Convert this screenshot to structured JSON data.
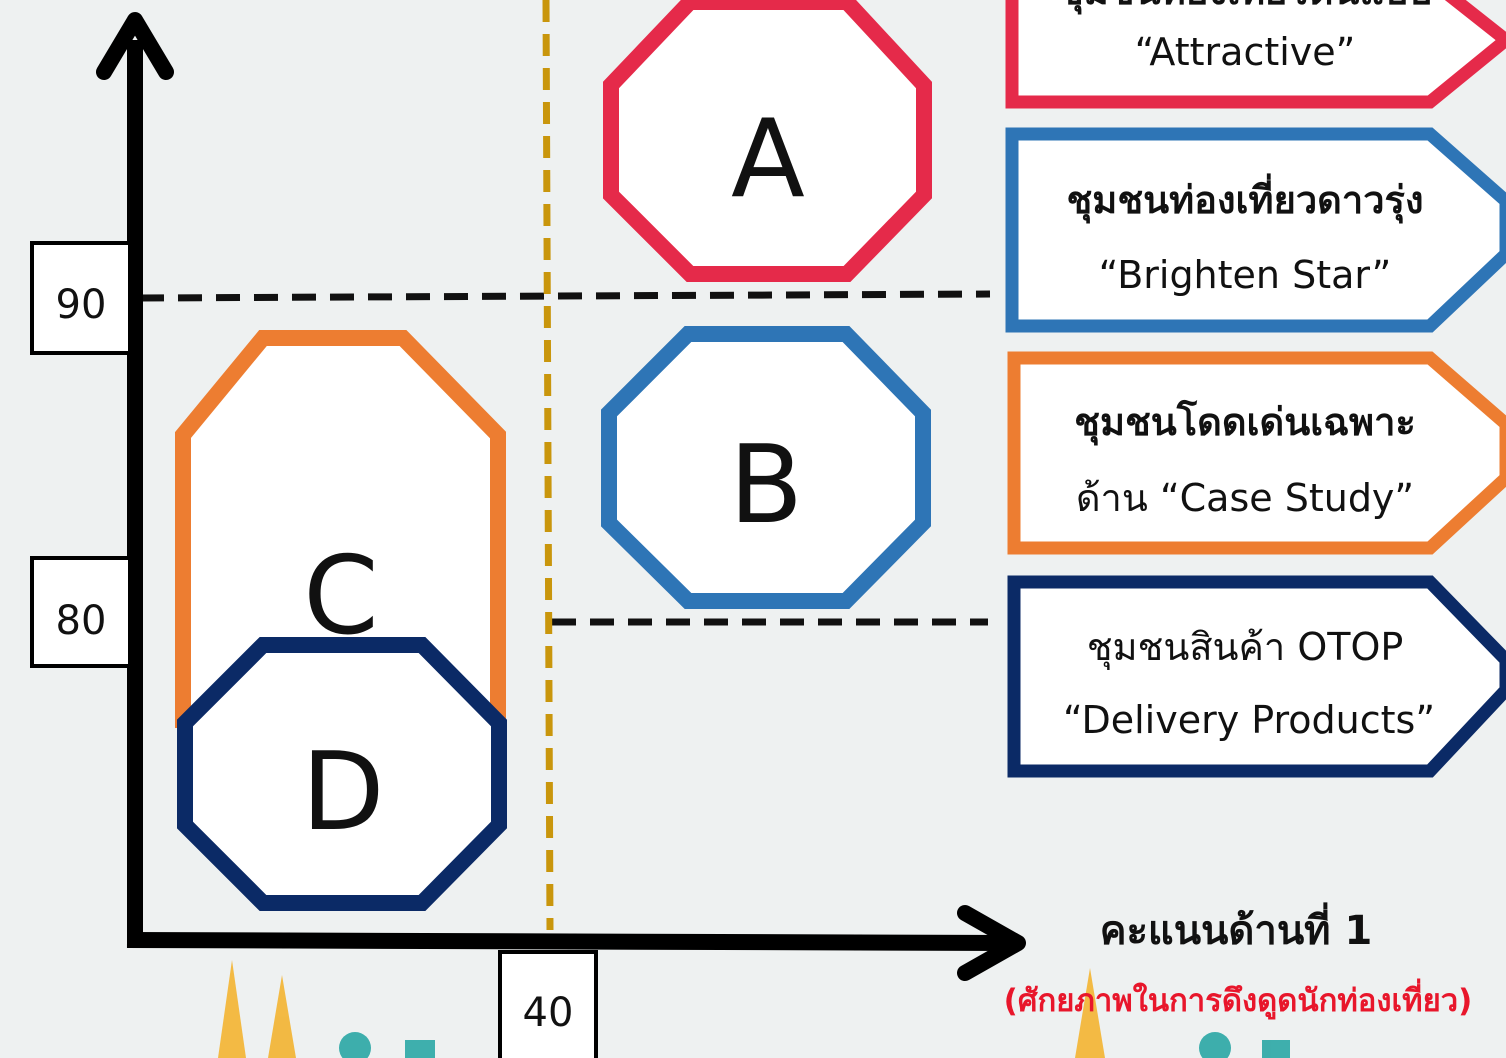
{
  "ticks": {
    "y_90": "90",
    "y_80": "80",
    "x_40": "40"
  },
  "quadrants": {
    "a": "A",
    "b": "B",
    "c": "C",
    "d": "D"
  },
  "legend": [
    {
      "line1": "ชุมชนท่องเที่ยวต้นแบบ",
      "line2": "“Attractive”",
      "color": "#e52a4a"
    },
    {
      "line1": "ชุมชนท่องเที่ยวดาวรุ่ง",
      "line2": "“Brighten Star”",
      "color": "#2e75b6"
    },
    {
      "line1": "ชุมชนโดดเด่นเฉพาะ",
      "line2": "ด้าน “Case Study”",
      "color": "#ed7d31"
    },
    {
      "line1": "ชุมชนสินค้า OTOP",
      "line2": "“Delivery Products”",
      "color": "#0b2a66"
    }
  ],
  "x_axis": {
    "title": "คะแนนด้านที่ 1",
    "subtitle": "(ศักยภาพในการดึงดูดนักท่องเที่ยว)"
  },
  "colors": {
    "red": "#e52a4a",
    "blue": "#2e75b6",
    "orange": "#ed7d31",
    "navy": "#0b2a66",
    "gold_divider": "#c9960c",
    "background": "#eef1f1"
  }
}
